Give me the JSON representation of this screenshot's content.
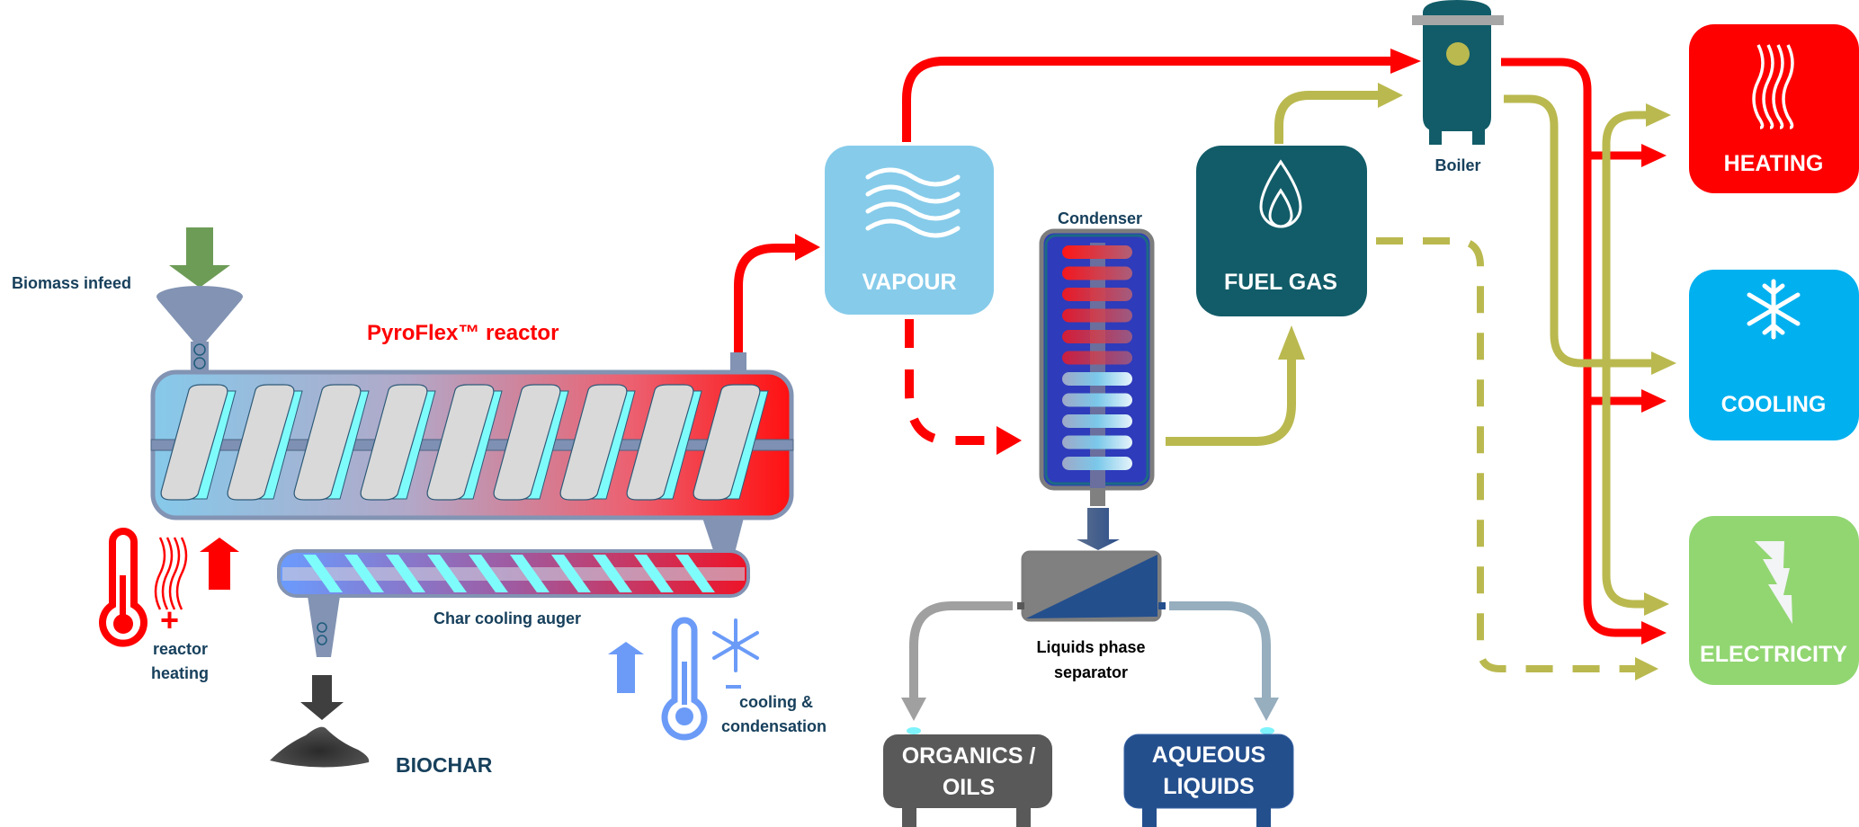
{
  "diagram": {
    "reactor": {
      "label": "PyroFlex™ reactor"
    },
    "biomass": {
      "label": "Biomass infeed"
    },
    "char_auger": {
      "label": "Char cooling auger"
    },
    "reactor_heating": {
      "line1": "reactor",
      "line2": "heating",
      "sign": "+"
    },
    "cooling_condensation": {
      "line1": "cooling &",
      "line2": "condensation",
      "sign": "−"
    },
    "biochar": {
      "label": "BIOCHAR"
    },
    "vapour": {
      "label": "VAPOUR"
    },
    "condenser": {
      "label": "Condenser"
    },
    "fuel_gas": {
      "label": "FUEL GAS"
    },
    "boiler": {
      "label": "Boiler"
    },
    "separator": {
      "line1": "Liquids phase",
      "line2": "separator"
    },
    "organics": {
      "line1": "ORGANICS /",
      "line2": "OILS"
    },
    "aqueous": {
      "line1": "AQUEOUS",
      "line2": "LIQUIDS"
    },
    "outputs": {
      "heating": "HEATING",
      "cooling": "COOLING",
      "electricity": "ELECTRICITY"
    }
  },
  "colors": {
    "red": "#ff0000",
    "olive": "#bab94f",
    "teal": "#115c68",
    "vapour_blue": "#86cbea",
    "cooling_blue": "#00b0ef",
    "electricity_green": "#92d672",
    "label_navy": "#17405c",
    "organics_gray": "#595959",
    "aqueous_blue": "#244f8d"
  }
}
